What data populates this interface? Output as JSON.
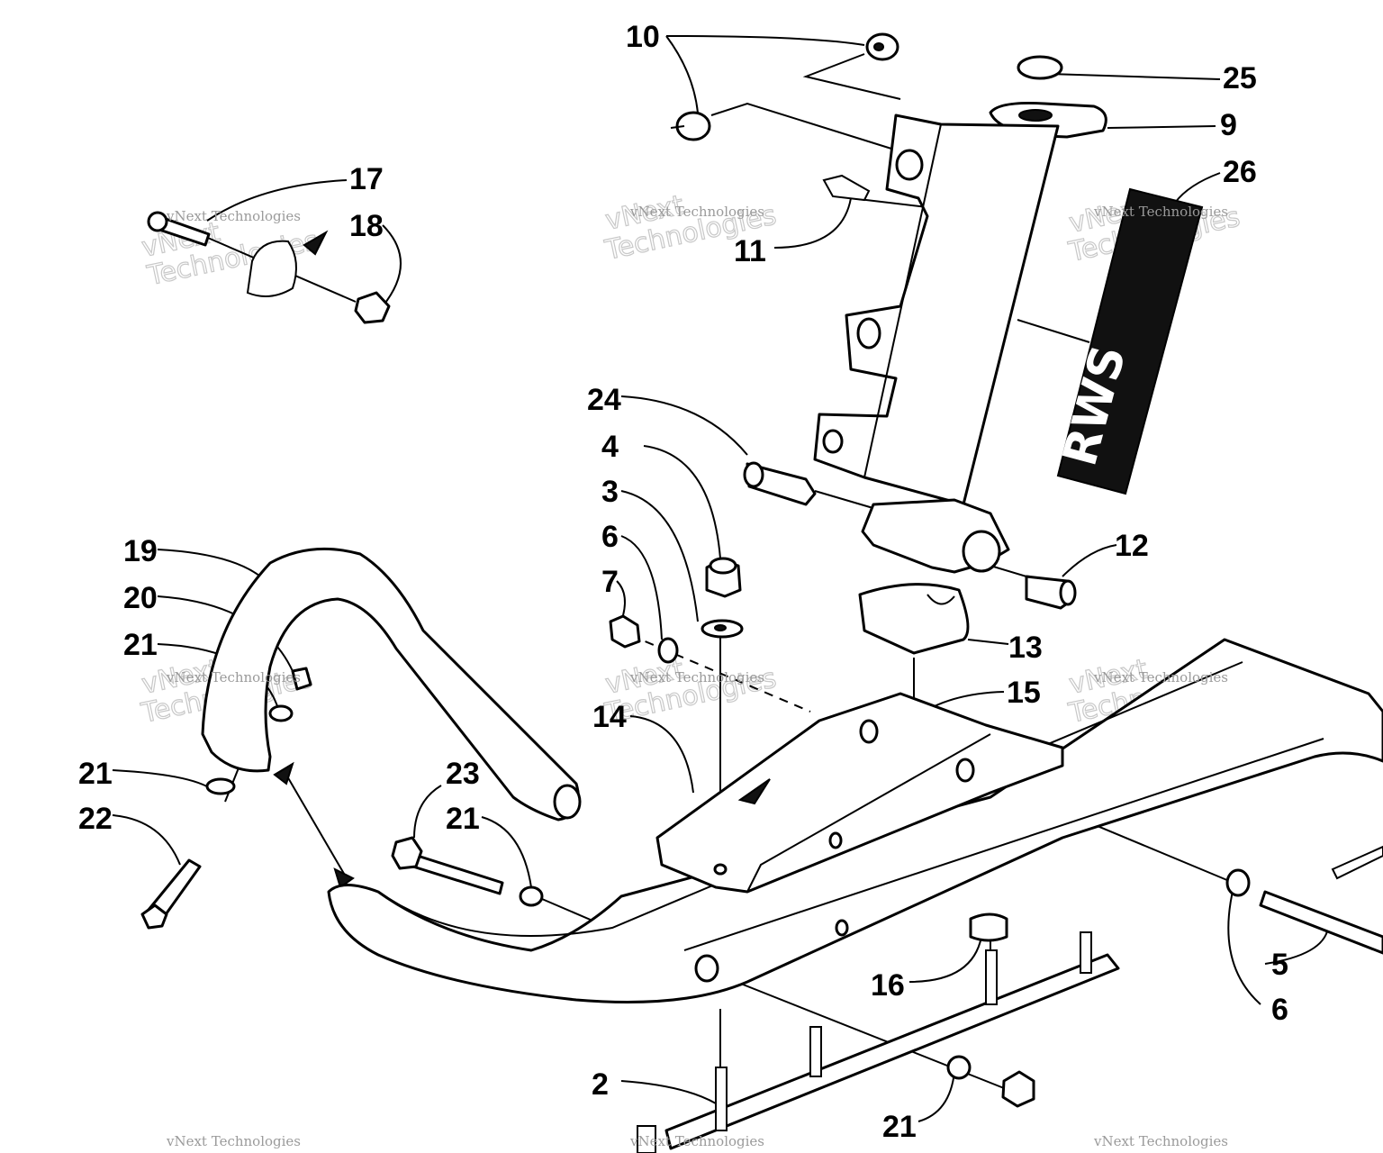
{
  "diagram": {
    "decal_text": "RWS",
    "callouts": [
      {
        "id": "c10",
        "text": "10"
      },
      {
        "id": "c25",
        "text": "25"
      },
      {
        "id": "c9",
        "text": "9"
      },
      {
        "id": "c26",
        "text": "26"
      },
      {
        "id": "c17",
        "text": "17"
      },
      {
        "id": "c18",
        "text": "18"
      },
      {
        "id": "c11",
        "text": "11"
      },
      {
        "id": "c24",
        "text": "24"
      },
      {
        "id": "c4",
        "text": "4"
      },
      {
        "id": "c3",
        "text": "3"
      },
      {
        "id": "c6a",
        "text": "6"
      },
      {
        "id": "c7",
        "text": "7"
      },
      {
        "id": "c12",
        "text": "12"
      },
      {
        "id": "c19",
        "text": "19"
      },
      {
        "id": "c20",
        "text": "20"
      },
      {
        "id": "c21a",
        "text": "21"
      },
      {
        "id": "c13",
        "text": "13"
      },
      {
        "id": "c15",
        "text": "15"
      },
      {
        "id": "c14",
        "text": "14"
      },
      {
        "id": "c21b",
        "text": "21"
      },
      {
        "id": "c22",
        "text": "22"
      },
      {
        "id": "c23",
        "text": "23"
      },
      {
        "id": "c21c",
        "text": "21"
      },
      {
        "id": "c16",
        "text": "16"
      },
      {
        "id": "c5",
        "text": "5"
      },
      {
        "id": "c6b",
        "text": "6"
      },
      {
        "id": "c2",
        "text": "2"
      },
      {
        "id": "c21d",
        "text": "21"
      }
    ],
    "watermarks": [
      {
        "id": "w1",
        "text": "vNext Technologies"
      },
      {
        "id": "w2",
        "text": "vNext Technologies"
      },
      {
        "id": "w3",
        "text": "vNext Technologies"
      },
      {
        "id": "w4",
        "text": "vNext Technologies"
      },
      {
        "id": "w5",
        "text": "vNext Technologies"
      },
      {
        "id": "w6",
        "text": "vNext Technologies"
      },
      {
        "id": "w7",
        "text": "vNext Technologies"
      },
      {
        "id": "w8",
        "text": "vNext Technologies"
      },
      {
        "id": "w9",
        "text": "vNext Technologies"
      }
    ]
  }
}
